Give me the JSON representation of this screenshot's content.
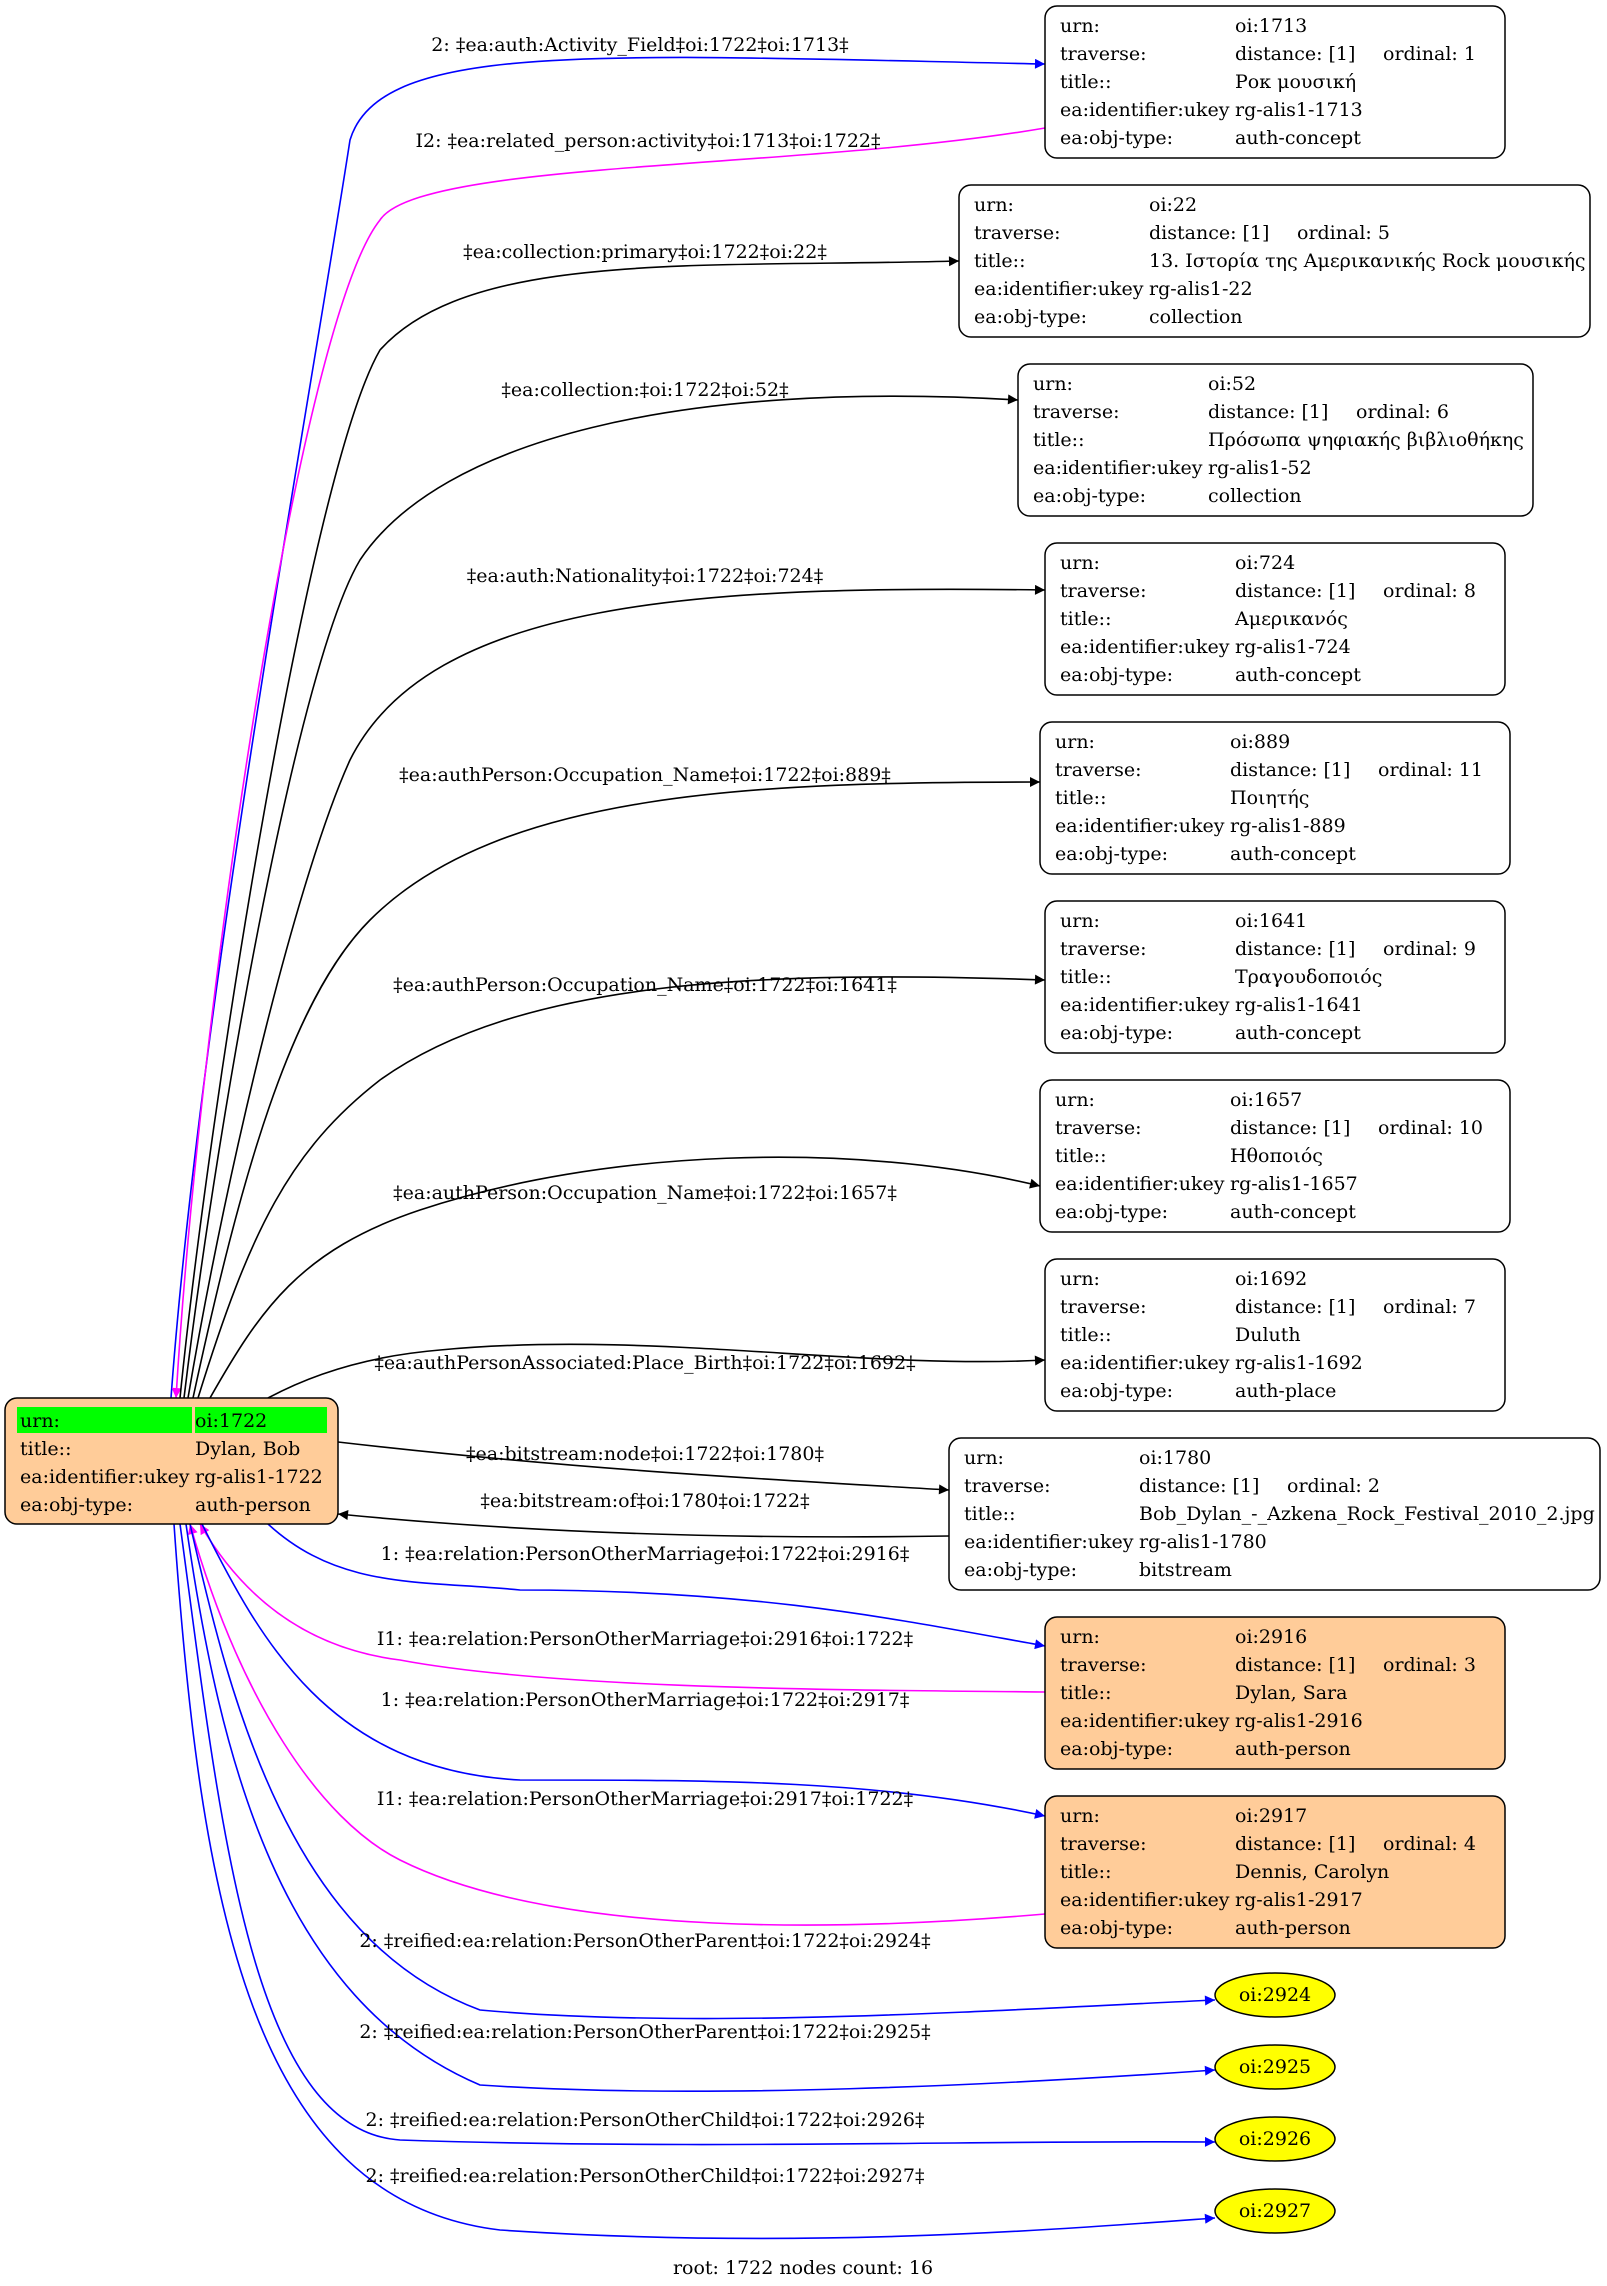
{
  "colors": {
    "root_fill": "#ffcc99",
    "root_highlight": "#00ff00",
    "person_fill": "#ffcc99",
    "plain_fill": "#ffffff",
    "ellipse_fill": "#ffff00",
    "edge_black": "#000000",
    "edge_blue": "#0000ff",
    "edge_magenta": "#ff00ff"
  },
  "root": {
    "rows": [
      [
        "urn:",
        "oi:1722"
      ],
      [
        "title::",
        "Dylan, Bob"
      ],
      [
        "ea:identifier:ukey",
        "rg-alis1-1722"
      ],
      [
        "ea:obj-type:",
        "auth-person"
      ]
    ]
  },
  "nodes": [
    {
      "id": "oi:1713",
      "style": "plain",
      "rows": [
        [
          "urn:",
          "oi:1713",
          ""
        ],
        [
          "traverse:",
          "distance: [1]",
          "ordinal: 1"
        ],
        [
          "title::",
          "Ροκ μουσική",
          ""
        ],
        [
          "ea:identifier:ukey",
          "rg-alis1-1713",
          ""
        ],
        [
          "ea:obj-type:",
          "auth-concept",
          ""
        ]
      ]
    },
    {
      "id": "oi:22",
      "style": "plain",
      "rows": [
        [
          "urn:",
          "oi:22",
          ""
        ],
        [
          "traverse:",
          "distance: [1]",
          "ordinal: 5"
        ],
        [
          "title::",
          "13. Ιστορία της Αμερικανικής Rock μουσικής",
          ""
        ],
        [
          "ea:identifier:ukey",
          "rg-alis1-22",
          ""
        ],
        [
          "ea:obj-type:",
          "collection",
          ""
        ]
      ]
    },
    {
      "id": "oi:52",
      "style": "plain",
      "rows": [
        [
          "urn:",
          "oi:52",
          ""
        ],
        [
          "traverse:",
          "distance: [1]",
          "ordinal: 6"
        ],
        [
          "title::",
          "Πρόσωπα ψηφιακής βιβλιοθήκης",
          ""
        ],
        [
          "ea:identifier:ukey",
          "rg-alis1-52",
          ""
        ],
        [
          "ea:obj-type:",
          "collection",
          ""
        ]
      ]
    },
    {
      "id": "oi:724",
      "style": "plain",
      "rows": [
        [
          "urn:",
          "oi:724",
          ""
        ],
        [
          "traverse:",
          "distance: [1]",
          "ordinal: 8"
        ],
        [
          "title::",
          "Αμερικανός",
          ""
        ],
        [
          "ea:identifier:ukey",
          "rg-alis1-724",
          ""
        ],
        [
          "ea:obj-type:",
          "auth-concept",
          ""
        ]
      ]
    },
    {
      "id": "oi:889",
      "style": "plain",
      "rows": [
        [
          "urn:",
          "oi:889",
          ""
        ],
        [
          "traverse:",
          "distance: [1]",
          "ordinal: 11"
        ],
        [
          "title::",
          "Ποιητής",
          ""
        ],
        [
          "ea:identifier:ukey",
          "rg-alis1-889",
          ""
        ],
        [
          "ea:obj-type:",
          "auth-concept",
          ""
        ]
      ]
    },
    {
      "id": "oi:1641",
      "style": "plain",
      "rows": [
        [
          "urn:",
          "oi:1641",
          ""
        ],
        [
          "traverse:",
          "distance: [1]",
          "ordinal: 9"
        ],
        [
          "title::",
          "Τραγουδοποιός",
          ""
        ],
        [
          "ea:identifier:ukey",
          "rg-alis1-1641",
          ""
        ],
        [
          "ea:obj-type:",
          "auth-concept",
          ""
        ]
      ]
    },
    {
      "id": "oi:1657",
      "style": "plain",
      "rows": [
        [
          "urn:",
          "oi:1657",
          ""
        ],
        [
          "traverse:",
          "distance: [1]",
          "ordinal: 10"
        ],
        [
          "title::",
          "Ηθοποιός",
          ""
        ],
        [
          "ea:identifier:ukey",
          "rg-alis1-1657",
          ""
        ],
        [
          "ea:obj-type:",
          "auth-concept",
          ""
        ]
      ]
    },
    {
      "id": "oi:1692",
      "style": "plain",
      "rows": [
        [
          "urn:",
          "oi:1692",
          ""
        ],
        [
          "traverse:",
          "distance: [1]",
          "ordinal: 7"
        ],
        [
          "title::",
          "Duluth",
          ""
        ],
        [
          "ea:identifier:ukey",
          "rg-alis1-1692",
          ""
        ],
        [
          "ea:obj-type:",
          "auth-place",
          ""
        ]
      ]
    },
    {
      "id": "oi:1780",
      "style": "plain",
      "rows": [
        [
          "urn:",
          "oi:1780",
          ""
        ],
        [
          "traverse:",
          "distance: [1]",
          "ordinal: 2"
        ],
        [
          "title::",
          "Bob_Dylan_-_Azkena_Rock_Festival_2010_2.jpg",
          ""
        ],
        [
          "ea:identifier:ukey",
          "rg-alis1-1780",
          ""
        ],
        [
          "ea:obj-type:",
          "bitstream",
          ""
        ]
      ]
    },
    {
      "id": "oi:2916",
      "style": "person",
      "rows": [
        [
          "urn:",
          "oi:2916",
          ""
        ],
        [
          "traverse:",
          "distance: [1]",
          "ordinal: 3"
        ],
        [
          "title::",
          "Dylan, Sara",
          ""
        ],
        [
          "ea:identifier:ukey",
          "rg-alis1-2916",
          ""
        ],
        [
          "ea:obj-type:",
          "auth-person",
          ""
        ]
      ]
    },
    {
      "id": "oi:2917",
      "style": "person",
      "rows": [
        [
          "urn:",
          "oi:2917",
          ""
        ],
        [
          "traverse:",
          "distance: [1]",
          "ordinal: 4"
        ],
        [
          "title::",
          "Dennis, Carolyn",
          ""
        ],
        [
          "ea:identifier:ukey",
          "rg-alis1-2917",
          ""
        ],
        [
          "ea:obj-type:",
          "auth-person",
          ""
        ]
      ]
    }
  ],
  "ellipses": [
    "oi:2924",
    "oi:2925",
    "oi:2926",
    "oi:2927"
  ],
  "edges": [
    {
      "label": "2: ‡ea:auth:Activity_Field‡oi:1722‡oi:1713‡",
      "color": "blue"
    },
    {
      "label": "I2: ‡ea:related_person:activity‡oi:1713‡oi:1722‡",
      "color": "magenta"
    },
    {
      "label": "‡ea:collection:primary‡oi:1722‡oi:22‡",
      "color": "black"
    },
    {
      "label": "‡ea:collection:‡oi:1722‡oi:52‡",
      "color": "black"
    },
    {
      "label": "‡ea:auth:Nationality‡oi:1722‡oi:724‡",
      "color": "black"
    },
    {
      "label": "‡ea:authPerson:Occupation_Name‡oi:1722‡oi:889‡",
      "color": "black"
    },
    {
      "label": "‡ea:authPerson:Occupation_Name‡oi:1722‡oi:1641‡",
      "color": "black"
    },
    {
      "label": "‡ea:authPerson:Occupation_Name‡oi:1722‡oi:1657‡",
      "color": "black"
    },
    {
      "label": "‡ea:authPersonAssociated:Place_Birth‡oi:1722‡oi:1692‡",
      "color": "black"
    },
    {
      "label": "‡ea:bitstream:node‡oi:1722‡oi:1780‡",
      "color": "black"
    },
    {
      "label": "‡ea:bitstream:of‡oi:1780‡oi:1722‡",
      "color": "black"
    },
    {
      "label": "1: ‡ea:relation:PersonOtherMarriage‡oi:1722‡oi:2916‡",
      "color": "blue"
    },
    {
      "label": "I1: ‡ea:relation:PersonOtherMarriage‡oi:2916‡oi:1722‡",
      "color": "magenta"
    },
    {
      "label": "1: ‡ea:relation:PersonOtherMarriage‡oi:1722‡oi:2917‡",
      "color": "blue"
    },
    {
      "label": "I1: ‡ea:relation:PersonOtherMarriage‡oi:2917‡oi:1722‡",
      "color": "magenta"
    },
    {
      "label": "2: ‡reified:ea:relation:PersonOtherParent‡oi:1722‡oi:2924‡",
      "color": "blue"
    },
    {
      "label": "2: ‡reified:ea:relation:PersonOtherParent‡oi:1722‡oi:2925‡",
      "color": "blue"
    },
    {
      "label": "2: ‡reified:ea:relation:PersonOtherChild‡oi:1722‡oi:2926‡",
      "color": "blue"
    },
    {
      "label": "2: ‡reified:ea:relation:PersonOtherChild‡oi:1722‡oi:2927‡",
      "color": "blue"
    }
  ],
  "footer": "root: 1722 nodes count: 16"
}
